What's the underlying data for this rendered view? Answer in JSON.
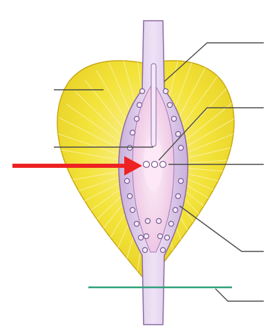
{
  "diagram": {
    "colors": {
      "background": "#ffffff",
      "receptacle_fill": "#f2e02a",
      "receptacle_edge": "#c9a810",
      "receptacle_rays": "#fbf3b0",
      "stalk_fill": "#d9c3e6",
      "stalk_edge": "#8a6aa0",
      "cavity_fill": "#f6d4ec",
      "ostiole_fill": "#fbe4f3",
      "pores": "#7a5a90",
      "leader_lines": "#4a4a4a",
      "arrow": "#ee2222",
      "base_line": "#2fa07a"
    },
    "labels": [
      {
        "id": "receptacle",
        "text": ""
      },
      {
        "id": "cavity",
        "text": ""
      },
      {
        "id": "stalk-canal",
        "text": ""
      },
      {
        "id": "ostiole",
        "text": ""
      },
      {
        "id": "inner-layer",
        "text": ""
      },
      {
        "id": "wall-flowers",
        "text": ""
      },
      {
        "id": "base",
        "text": ""
      }
    ],
    "pointer_arrow": {
      "icon": "red-arrow",
      "color": "#ee2222"
    }
  }
}
